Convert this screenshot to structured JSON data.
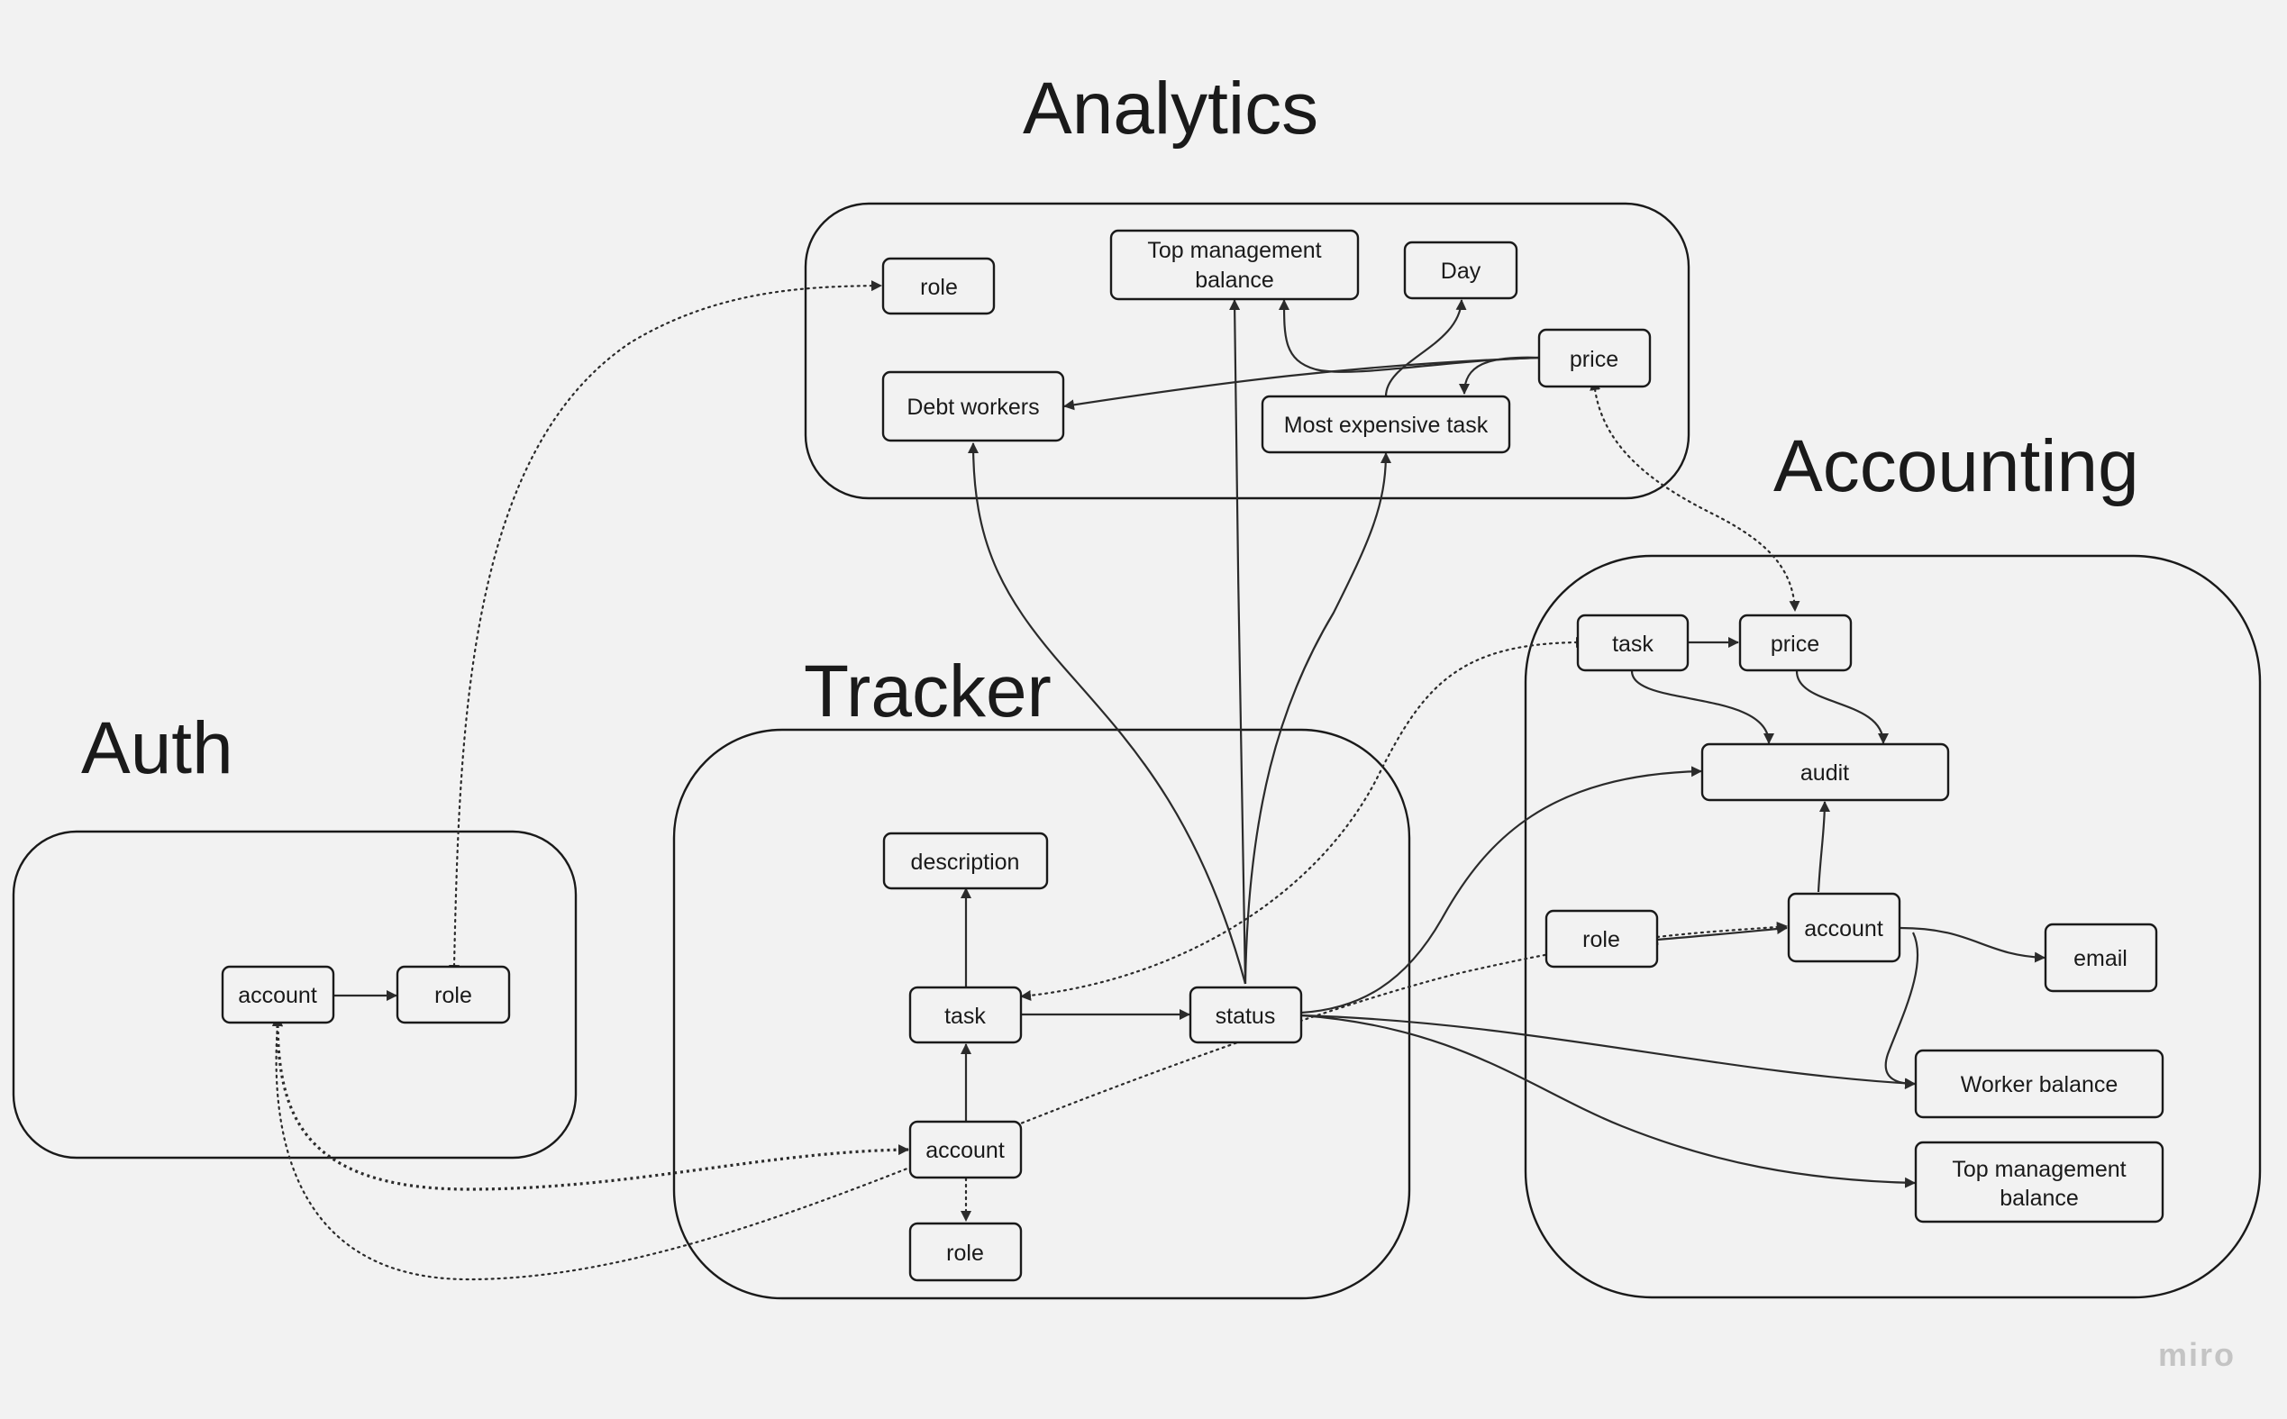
{
  "groups": {
    "analytics": {
      "title": "Analytics"
    },
    "accounting": {
      "title": "Accounting"
    },
    "tracker": {
      "title": "Tracker"
    },
    "auth": {
      "title": "Auth"
    }
  },
  "nodes": {
    "an_role": "role",
    "an_top_l1": "Top management",
    "an_top_l2": "balance",
    "an_day": "Day",
    "an_price": "price",
    "an_debt": "Debt workers",
    "an_most": "Most expensive task",
    "ac_task": "task",
    "ac_price": "price",
    "ac_audit": "audit",
    "ac_role": "role",
    "ac_account": "account",
    "ac_email": "email",
    "ac_worker": "Worker balance",
    "ac_top_l1": "Top management",
    "ac_top_l2": "balance",
    "tr_description": "description",
    "tr_task": "task",
    "tr_status": "status",
    "tr_account": "account",
    "tr_role": "role",
    "au_account": "account",
    "au_role": "role"
  },
  "colors": {
    "background": "#f2f2f2",
    "stroke": "#1a1a1a",
    "watermark": "#c4c4c4"
  },
  "watermark": "miro"
}
